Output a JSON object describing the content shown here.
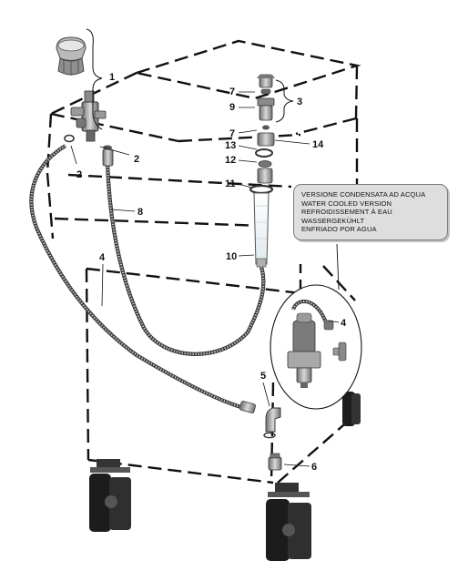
{
  "callouts": [
    "1",
    "2",
    "2",
    "3",
    "4",
    "4",
    "5",
    "6",
    "7",
    "7",
    "8",
    "9",
    "10",
    "11",
    "12",
    "13",
    "14"
  ],
  "note": {
    "lines": [
      "VERSIONE CONDENSATA AD ACQUA",
      "WATER COOLED VERSION",
      "REFROIDISSEMENT À EAU",
      "WASSERGEKÜHLT",
      "ENFRIADO POR AGUA"
    ]
  },
  "colors": {
    "line": "#111111",
    "part_gray": "#8c8c8c",
    "note_bg": "#dedede",
    "highlight": "#c9e3ef"
  }
}
